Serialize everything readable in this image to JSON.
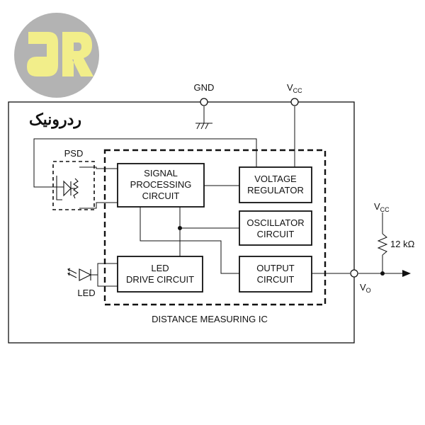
{
  "logo": {
    "letters": "dR",
    "text": "ردرونیک"
  },
  "diagram": {
    "pins": {
      "gnd": "GND",
      "vcc_main": "V",
      "vcc_main_sub": "CC",
      "vcc_ext": "V",
      "vcc_ext_sub": "CC",
      "vo": "V",
      "vo_sub": "O"
    },
    "psd_label": "PSD",
    "led_label": "LED",
    "blocks": {
      "signal_processing": [
        "SIGNAL",
        "PROCESSING",
        "CIRCUIT"
      ],
      "voltage_regulator": [
        "VOLTAGE",
        "REGULATOR"
      ],
      "oscillator": [
        "OSCILLATOR",
        "CIRCUIT"
      ],
      "output": [
        "OUTPUT",
        "CIRCUIT"
      ],
      "led_drive": [
        "LED",
        "DRIVE CIRCUIT"
      ]
    },
    "resistor_label": "12 kΩ",
    "ic_caption": "DISTANCE MEASURING IC"
  },
  "colors": {
    "logo_circle": "#b3b3b3",
    "logo_letters": "#f2ee8a",
    "logo_text": "#a6a6a6",
    "line": "#111111"
  }
}
